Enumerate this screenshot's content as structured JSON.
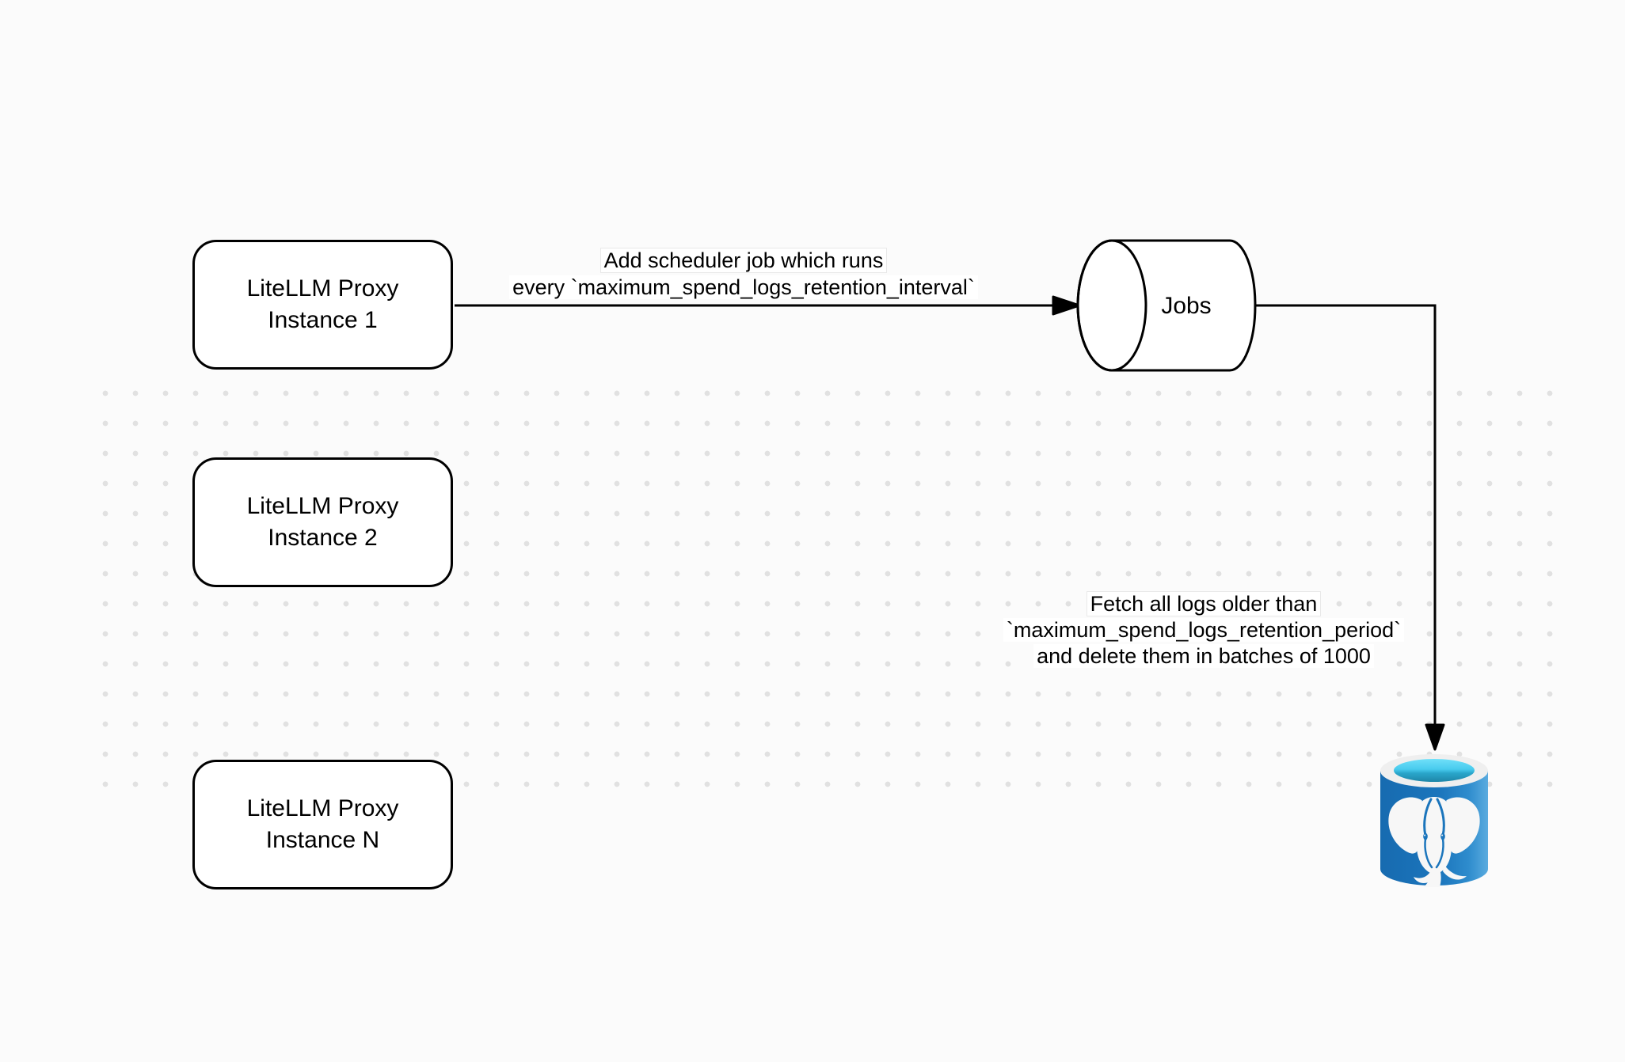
{
  "diagram": {
    "nodes": {
      "instance1": {
        "line1": "LiteLLM Proxy",
        "line2": "Instance 1"
      },
      "instance2": {
        "line1": "LiteLLM Proxy",
        "line2": "Instance 2"
      },
      "instanceN": {
        "line1": "LiteLLM Proxy",
        "line2": "Instance N"
      },
      "jobs": {
        "label": "Jobs"
      },
      "postgres": {
        "icon": "postgresql-database-icon"
      }
    },
    "edges": {
      "scheduler": {
        "line1": "Add scheduler job which runs",
        "line2": "every `maximum_spend_logs_retention_interval`"
      },
      "fetch": {
        "line1": "Fetch all logs older than",
        "line2": "`maximum_spend_logs_retention_period`",
        "line3": "and delete them in batches of 1000"
      }
    },
    "colors": {
      "stroke": "#000000",
      "node_fill": "#ffffff",
      "background": "#fbfbfb",
      "dot": "#e1e1e1",
      "label_bg": "#ffffff",
      "label_border": "#e9e9e9",
      "postgres_body": "#1b75bc",
      "postgres_body_dark": "#176bb0",
      "postgres_body_light": "#5aabdf",
      "postgres_rim": "#efefef",
      "postgres_cyan": "#48cbee",
      "postgres_teal": "#1f86a8",
      "elephant": "#f7f7f7"
    }
  }
}
